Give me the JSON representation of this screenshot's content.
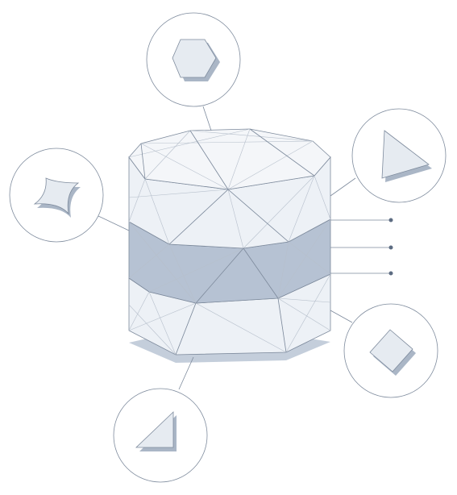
{
  "diagram": {
    "type": "polyhedral-cylinder-with-callouts",
    "colors": {
      "background": "#ffffff",
      "stroke": "#7d8a9c",
      "light_stroke": "#b7c0cc",
      "body_fill": "#edf1f6",
      "top_fill": "#f4f6f9",
      "band_fill": "#b6c2d3",
      "shadow_fill": "#c4cedb",
      "icon_fill": "#e6ebf1",
      "icon_shadow": "#aab6c6",
      "dot_fill": "#5d6c82"
    },
    "cylinder": {
      "sections": [
        "top-cap",
        "upper-section",
        "middle-band",
        "lower-section",
        "base-shadow"
      ]
    },
    "callouts": [
      {
        "id": "top",
        "icon": "hexagon-icon"
      },
      {
        "id": "left",
        "icon": "four-point-star-icon"
      },
      {
        "id": "right-top",
        "icon": "triangle-icon"
      },
      {
        "id": "right-bottom",
        "icon": "diamond-icon"
      },
      {
        "id": "bottom",
        "icon": "right-triangle-icon"
      }
    ],
    "pointer_dots": 3
  }
}
